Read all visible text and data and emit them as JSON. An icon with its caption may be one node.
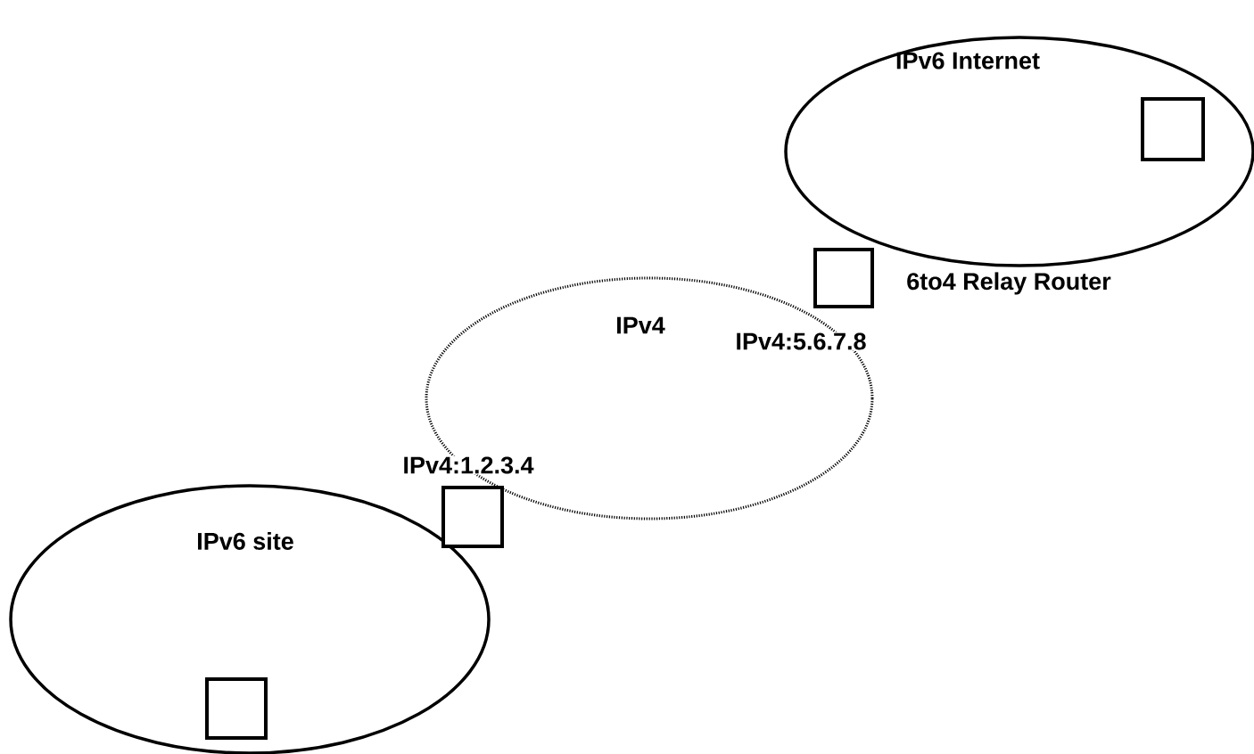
{
  "diagram": {
    "nodes": [
      {
        "text": [
          "IPv6 Internet"
        ]
      },
      {
        "text": [],
        "shape": "box",
        "in": 0
      },
      {
        "text": [],
        "shape": "box",
        "beside": [
          "6to4 Relay Router"
        ]
      },
      {
        "text": [
          "IPv4"
        ]
      },
      {
        "text": [],
        "shape": "box"
      },
      {
        "text": [
          "IPv6 site"
        ]
      },
      {
        "text": [],
        "shape": "box",
        "in": 5
      }
    ],
    "edges": [],
    "labels": [
      "IPv4:5.6.7.8",
      "IPv4:1.2.3.4"
    ]
  }
}
